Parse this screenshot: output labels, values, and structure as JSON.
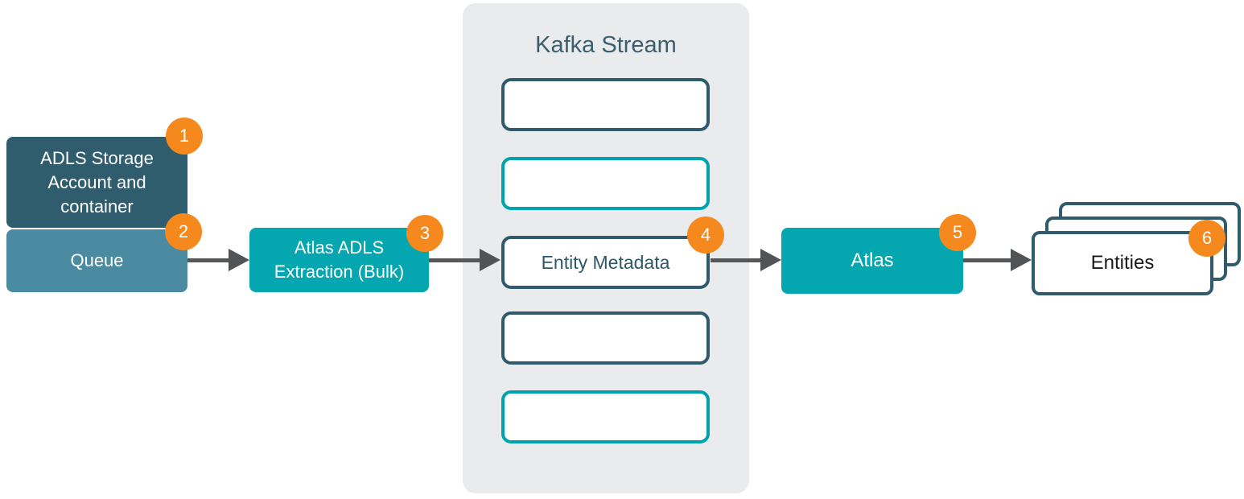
{
  "colors": {
    "dark_slate": "#2f5b6c",
    "steel_blue": "#4b8ba1",
    "teal": "#04a6af",
    "teal_border": "#00a3ad",
    "badge_orange": "#f6891d",
    "panel_gray": "#e9ebed",
    "arrow_gray": "#56575a",
    "kafka_title_text": "#3b5e6f",
    "slot_label_text": "#2e576a",
    "entities_text": "#1a1a1a"
  },
  "nodes": {
    "adls_storage": {
      "label": "ADLS Storage Account and container",
      "badge": "1"
    },
    "queue": {
      "label": "Queue",
      "badge": "2"
    },
    "extraction": {
      "label": "Atlas ADLS Extraction (Bulk)",
      "badge": "3"
    },
    "atlas": {
      "label": "Atlas",
      "badge": "5"
    },
    "entities": {
      "label": "Entities",
      "badge": "6"
    }
  },
  "kafka": {
    "title": "Kafka Stream",
    "slots": [
      {
        "label": "",
        "style": "dark"
      },
      {
        "label": "",
        "style": "teal"
      },
      {
        "label": "Entity Metadata",
        "style": "dark",
        "badge": "4"
      },
      {
        "label": "",
        "style": "dark"
      },
      {
        "label": "",
        "style": "teal"
      }
    ]
  }
}
